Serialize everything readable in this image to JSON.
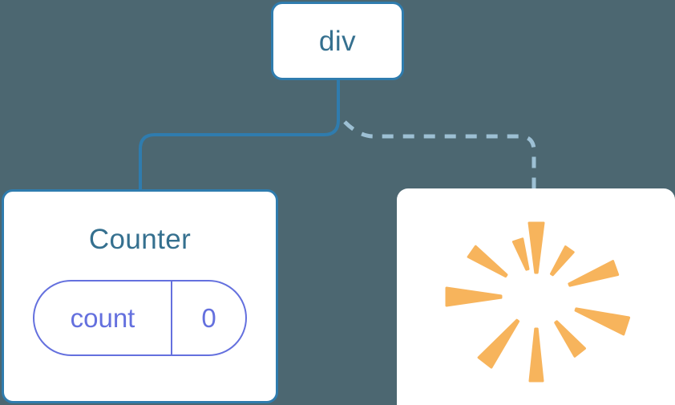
{
  "diagram": {
    "title": "component-tree",
    "background_color": "#4c6771",
    "nodes": [
      {
        "id": "div",
        "label": "div",
        "kind": "element-node",
        "border_color": "#2f7cae",
        "text_color": "#35708f",
        "fill": "#ffffff"
      },
      {
        "id": "counter",
        "label": "Counter",
        "kind": "component-node",
        "border_color": "#2f7cae",
        "text_color": "#35708f",
        "fill": "#ffffff",
        "state": {
          "key": "count",
          "value": "0",
          "accent_color": "#6470de"
        }
      },
      {
        "id": "burst",
        "label": "",
        "kind": "render-burst-node",
        "border_color": "none",
        "fill": "#ffffff",
        "icon": "sparkle-burst-icon",
        "icon_color": "#f7b45c",
        "ray_count": 10
      }
    ],
    "edges": [
      {
        "id": "div-to-counter",
        "from": "div",
        "to": "counter",
        "style": "solid",
        "color": "#2f7cae",
        "width": 4
      },
      {
        "id": "div-to-burst",
        "from": "div",
        "to": "burst",
        "style": "dashed",
        "color": "#9dc0d4",
        "width": 5,
        "dash_pattern": "14 12"
      }
    ]
  },
  "burst_rays": [
    {
      "angle": -90,
      "inner": 30,
      "outer": 92,
      "half_width": 9
    },
    {
      "angle": -55,
      "inner": 34,
      "outer": 72,
      "half_width": 6
    },
    {
      "angle": -20,
      "inner": 44,
      "outer": 105,
      "half_width": 9
    },
    {
      "angle": 18,
      "inner": 52,
      "outer": 118,
      "half_width": 11
    },
    {
      "angle": 52,
      "inner": 40,
      "outer": 88,
      "half_width": 8
    },
    {
      "angle": 90,
      "inner": 40,
      "outer": 105,
      "half_width": 8
    },
    {
      "angle": 128,
      "inner": 38,
      "outer": 104,
      "half_width": 10
    },
    {
      "angle": 180,
      "inner": 44,
      "outer": 112,
      "half_width": 11
    },
    {
      "angle": 215,
      "inner": 46,
      "outer": 98,
      "half_width": 8
    },
    {
      "angle": 252,
      "inner": 36,
      "outer": 74,
      "half_width": 6
    }
  ]
}
